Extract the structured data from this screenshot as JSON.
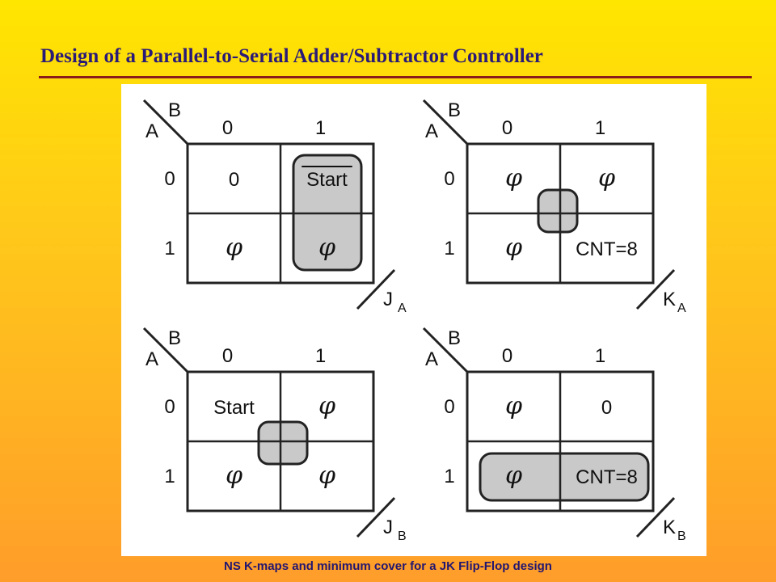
{
  "slide": {
    "title": "Design of a Parallel-to-Serial Adder/Subtractor Controller",
    "caption": "NS K-maps and minimum cover for a JK Flip-Flop design"
  },
  "kmaps": [
    {
      "id": "ja",
      "row_var": "A",
      "col_var": "B",
      "col_headers": [
        "0",
        "1"
      ],
      "row_headers": [
        "0",
        "1"
      ],
      "cells": [
        [
          "0",
          "Start"
        ],
        [
          "φ",
          "φ"
        ]
      ],
      "overbar": [
        [
          false,
          true
        ],
        [
          false,
          false
        ]
      ],
      "output_main": "J",
      "output_sub": "A"
    },
    {
      "id": "ka",
      "row_var": "A",
      "col_var": "B",
      "col_headers": [
        "0",
        "1"
      ],
      "row_headers": [
        "0",
        "1"
      ],
      "cells": [
        [
          "φ",
          "φ"
        ],
        [
          "φ",
          "CNT=8"
        ]
      ],
      "overbar": [
        [
          false,
          false
        ],
        [
          false,
          false
        ]
      ],
      "output_main": "K",
      "output_sub": "A"
    },
    {
      "id": "jb",
      "row_var": "A",
      "col_var": "B",
      "col_headers": [
        "0",
        "1"
      ],
      "row_headers": [
        "0",
        "1"
      ],
      "cells": [
        [
          "Start",
          "φ"
        ],
        [
          "φ",
          "φ"
        ]
      ],
      "overbar": [
        [
          false,
          false
        ],
        [
          false,
          false
        ]
      ],
      "output_main": "J",
      "output_sub": "B"
    },
    {
      "id": "kb",
      "row_var": "A",
      "col_var": "B",
      "col_headers": [
        "0",
        "1"
      ],
      "row_headers": [
        "0",
        "1"
      ],
      "cells": [
        [
          "φ",
          "0"
        ],
        [
          "φ",
          "CNT=8"
        ]
      ],
      "overbar": [
        [
          false,
          false
        ],
        [
          false,
          false
        ]
      ],
      "output_main": "K",
      "output_sub": "B"
    }
  ]
}
